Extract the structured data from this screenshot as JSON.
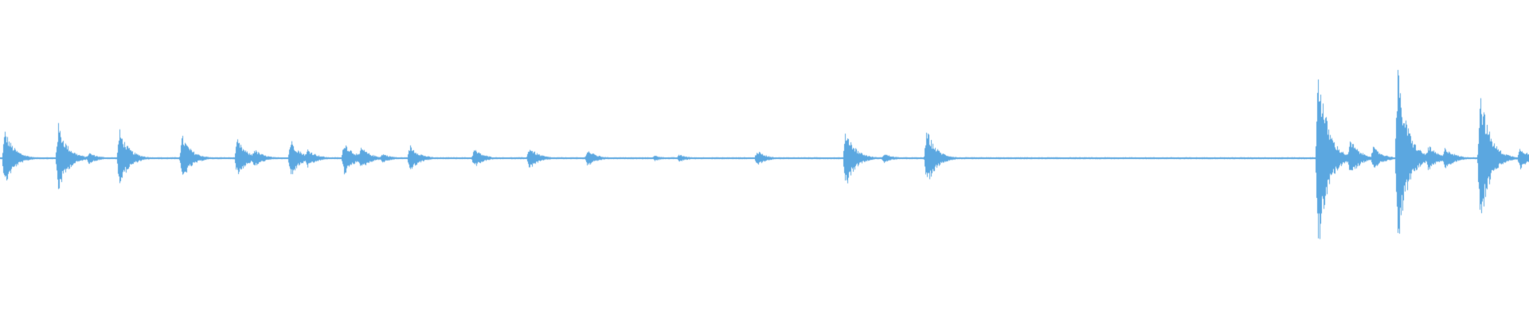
{
  "waveform": {
    "color": "#5ba7e0",
    "background": "#ffffff",
    "baseline": 0.01,
    "bursts": [
      {
        "t": 0.003,
        "amp": 0.3
      },
      {
        "t": 0.038,
        "amp": 0.36
      },
      {
        "t": 0.058,
        "amp": 0.06
      },
      {
        "t": 0.078,
        "amp": 0.3
      },
      {
        "t": 0.119,
        "amp": 0.24
      },
      {
        "t": 0.155,
        "amp": 0.2
      },
      {
        "t": 0.166,
        "amp": 0.1
      },
      {
        "t": 0.19,
        "amp": 0.2
      },
      {
        "t": 0.201,
        "amp": 0.1
      },
      {
        "t": 0.225,
        "amp": 0.18
      },
      {
        "t": 0.236,
        "amp": 0.12
      },
      {
        "t": 0.25,
        "amp": 0.05
      },
      {
        "t": 0.268,
        "amp": 0.14
      },
      {
        "t": 0.31,
        "amp": 0.1
      },
      {
        "t": 0.346,
        "amp": 0.12
      },
      {
        "t": 0.384,
        "amp": 0.09
      },
      {
        "t": 0.428,
        "amp": 0.03
      },
      {
        "t": 0.444,
        "amp": 0.04
      },
      {
        "t": 0.495,
        "amp": 0.08
      },
      {
        "t": 0.553,
        "amp": 0.31
      },
      {
        "t": 0.563,
        "amp": 0.05
      },
      {
        "t": 0.578,
        "amp": 0.05
      },
      {
        "t": 0.606,
        "amp": 0.3
      },
      {
        "t": 0.862,
        "amp": 1.0
      },
      {
        "t": 0.883,
        "amp": 0.2
      },
      {
        "t": 0.898,
        "amp": 0.12
      },
      {
        "t": 0.914,
        "amp": 0.93
      },
      {
        "t": 0.92,
        "amp": 0.36
      },
      {
        "t": 0.934,
        "amp": 0.14
      },
      {
        "t": 0.945,
        "amp": 0.12
      },
      {
        "t": 0.968,
        "amp": 0.73
      },
      {
        "t": 0.994,
        "amp": 0.12
      }
    ]
  }
}
